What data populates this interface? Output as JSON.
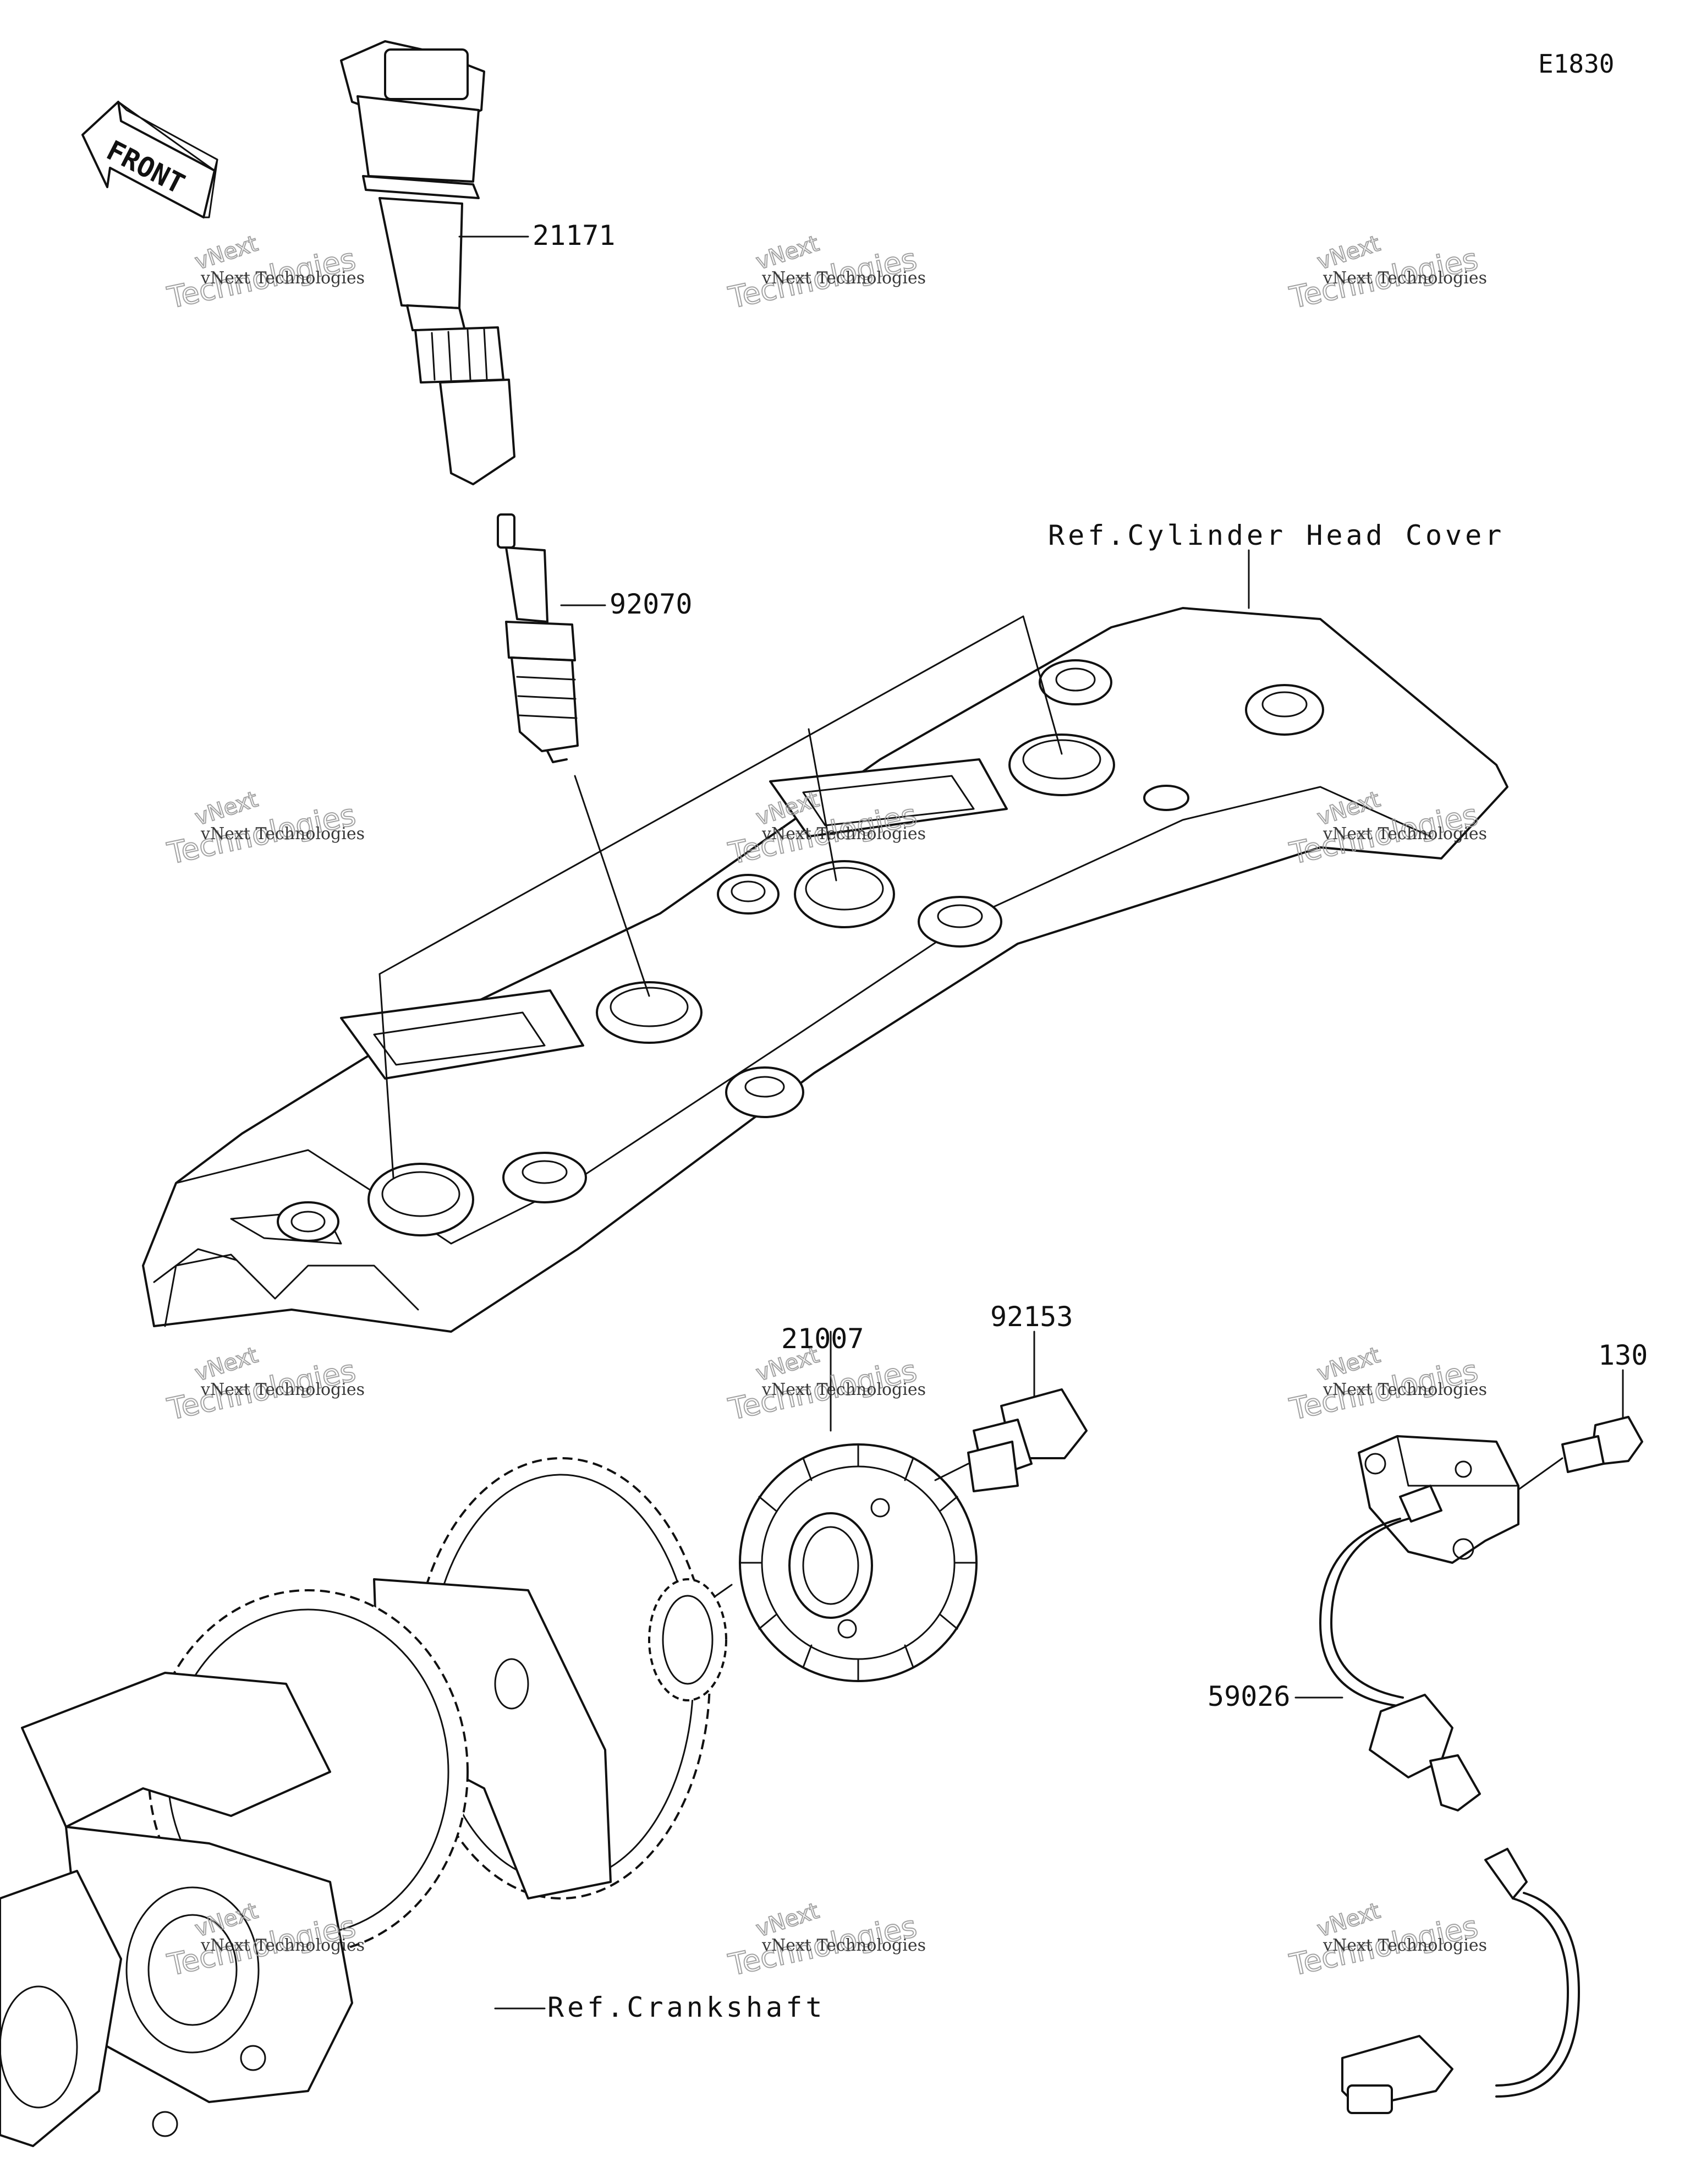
{
  "diagram_code": "E1830",
  "direction_arrow": {
    "text": "FRONT",
    "icon": "front-arrow-icon"
  },
  "parts": [
    {
      "number": "21171"
    },
    {
      "number": "92070"
    },
    {
      "number": "92153"
    },
    {
      "number": "21007"
    },
    {
      "number": "130"
    },
    {
      "number": "59026"
    }
  ],
  "references": {
    "cylinder_head_cover": "Ref.Cylinder Head Cover",
    "crankshaft": "Ref.Crankshaft"
  },
  "watermark": {
    "line1": "vNext Technologies",
    "line2": "vNext",
    "line3": "Technologies"
  }
}
